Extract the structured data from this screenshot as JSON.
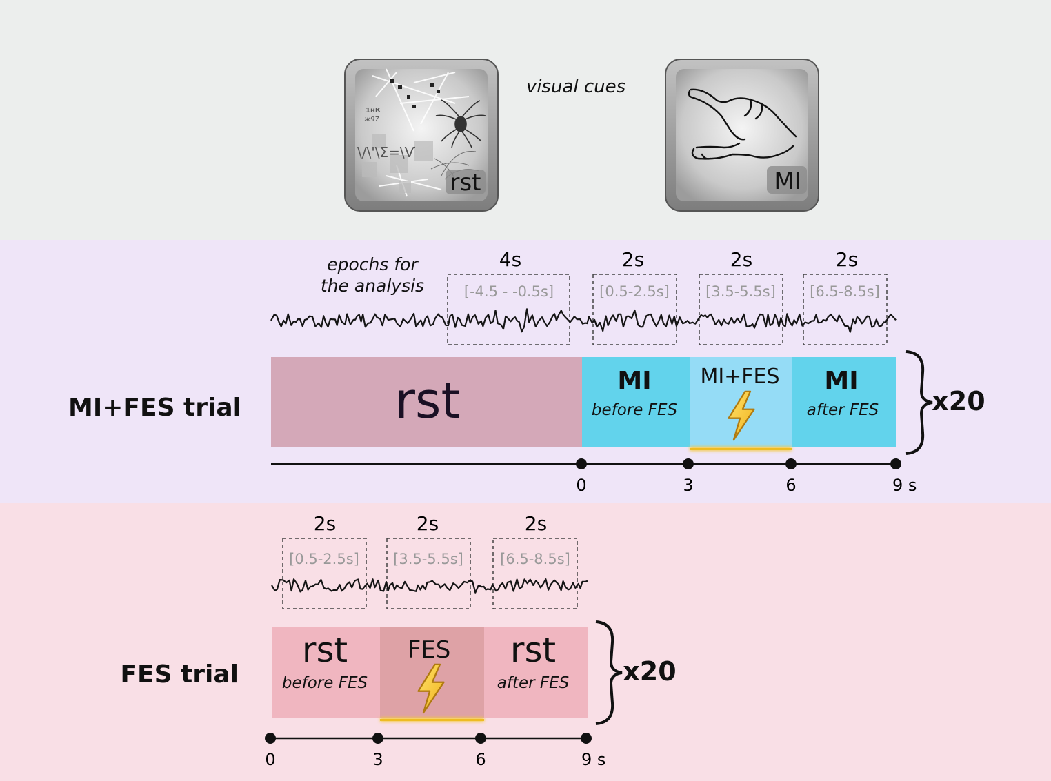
{
  "visual_cues": {
    "label": "visual cues",
    "rst_cue_text": "rst",
    "mi_cue_text": "MI",
    "scribble_text_1": "1нК",
    "scribble_text_2": "ж97",
    "scribble_text_3": "\\/\\'\\Σ=\\Ѵ"
  },
  "epochs_label": {
    "line1": "epochs for",
    "line2": "the analysis"
  },
  "mi_fes_trial": {
    "title": "MI+FES trial",
    "repeat": "x20",
    "epochs": [
      {
        "duration": "4s",
        "range": "[-4.5 - -0.5s]"
      },
      {
        "duration": "2s",
        "range": "[0.5-2.5s]"
      },
      {
        "duration": "2s",
        "range": "[3.5-5.5s]"
      },
      {
        "duration": "2s",
        "range": "[6.5-8.5s]"
      }
    ],
    "blocks": {
      "rst": "rst",
      "mi_before": "MI",
      "mi_before_sub": "before FES",
      "mi_fes": "MI+FES",
      "mi_after": "MI",
      "mi_after_sub": "after FES"
    },
    "ticks": [
      "0",
      "3",
      "6",
      "9 s"
    ],
    "colors": {
      "rst": "#d4a8b8",
      "mi": "#62d3ec",
      "mi_fes": "#95dcf6"
    }
  },
  "fes_trial": {
    "title": "FES trial",
    "repeat": "x20",
    "epochs": [
      {
        "duration": "2s",
        "range": "[0.5-2.5s]"
      },
      {
        "duration": "2s",
        "range": "[3.5-5.5s]"
      },
      {
        "duration": "2s",
        "range": "[6.5-8.5s]"
      }
    ],
    "blocks": {
      "rst_before": "rst",
      "rst_before_sub": "before FES",
      "fes": "FES",
      "rst_after": "rst",
      "rst_after_sub": "after FES"
    },
    "ticks": [
      "0",
      "3",
      "6",
      "9 s"
    ],
    "colors": {
      "rst": "#f0b6c0",
      "fes": "#dea2a6"
    }
  },
  "icons": [
    "lightning-bolt-icon",
    "hand-icon",
    "spider-icon"
  ]
}
